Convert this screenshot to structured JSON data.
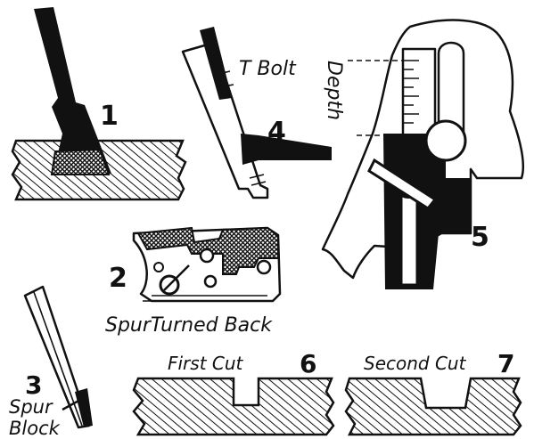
{
  "figures": {
    "fig1": {
      "number": "1"
    },
    "fig2": {
      "number": "2",
      "caption": "SpurTurned Back"
    },
    "fig3": {
      "number": "3",
      "caption_line1": "Spur",
      "caption_line2": "Block"
    },
    "fig4": {
      "number": "4",
      "caption": "T Bolt"
    },
    "fig5": {
      "number": "5",
      "caption": "Depth"
    },
    "fig6": {
      "number": "6",
      "caption": "First Cut"
    },
    "fig7": {
      "number": "7",
      "caption": "Second Cut"
    }
  },
  "colors": {
    "ink": "#111111",
    "paper": "#ffffff"
  }
}
